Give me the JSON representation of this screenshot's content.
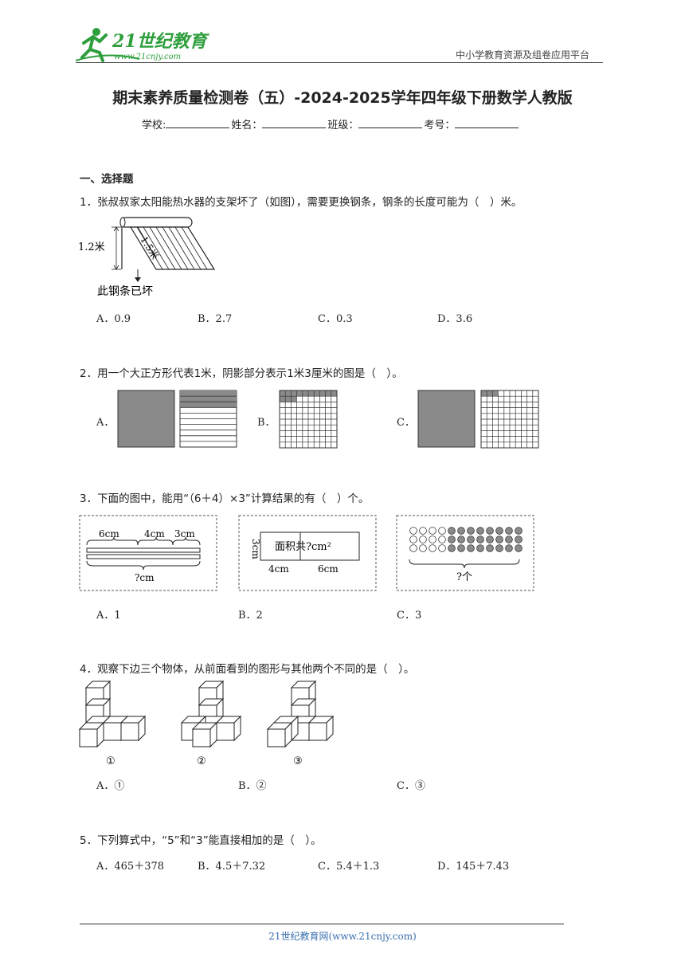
{
  "header": {
    "logo_text": "21世纪教育",
    "logo_url": "www.21cnjy.com",
    "platform": "中小学教育资源及组卷应用平台"
  },
  "title": "期末素养质量检测卷（五）-2024-2025学年四年级下册数学人教版",
  "info": {
    "school": "学校:",
    "name": "姓名：",
    "class": "班级：",
    "exam_no": "考号："
  },
  "section1": "一、选择题",
  "questions": [
    {
      "stem": "1．张叔叔家太阳能热水器的支架坏了（如图），需要更换钢条，钢条的长度可能为（　）米。",
      "figure": {
        "height_label": "1.2米",
        "slant_label": "1.5米",
        "broken_label": "此钢条已坏"
      },
      "options": [
        "A．0.9",
        "B．2.7",
        "C．0.3",
        "D．3.6"
      ]
    },
    {
      "stem": "2．用一个大正方形代表1米，阴影部分表示1米3厘米的图是（　）。",
      "options": [
        "A．",
        "B．",
        "C．"
      ]
    },
    {
      "stem": "3．下面的图中，能用“（6＋4）×3”计算结果的有（　）个。",
      "figure": {
        "seg_labels": [
          "6cm",
          "4cm",
          "3cm"
        ],
        "total_label": "?cm",
        "rect_side": "3cm",
        "rect_text": "面积共?cm²",
        "rect_bottom": [
          "4cm",
          "6cm"
        ],
        "dots_label": "?个"
      },
      "options": [
        "A．1",
        "B．2",
        "C．3"
      ]
    },
    {
      "stem": "4．观察下边三个物体，从前面看到的图形与其他两个不同的是（　）。",
      "figure": {
        "labels": [
          "①",
          "②",
          "③"
        ]
      },
      "options": [
        "A．①",
        "B．②",
        "C．③"
      ]
    },
    {
      "stem": "5．下列算式中，“5”和“3”能直接相加的是（　）。",
      "options": [
        "A．465＋378",
        "B．4.5＋7.32",
        "C．5.4＋1.3",
        "D．145＋7.43"
      ]
    }
  ],
  "footer": "21世纪教育网(www.21cnjy.com)",
  "colors": {
    "logo_green": "#2e9e3c",
    "shade": "#8a8a8a",
    "footer_blue": "#3a6fb0"
  }
}
